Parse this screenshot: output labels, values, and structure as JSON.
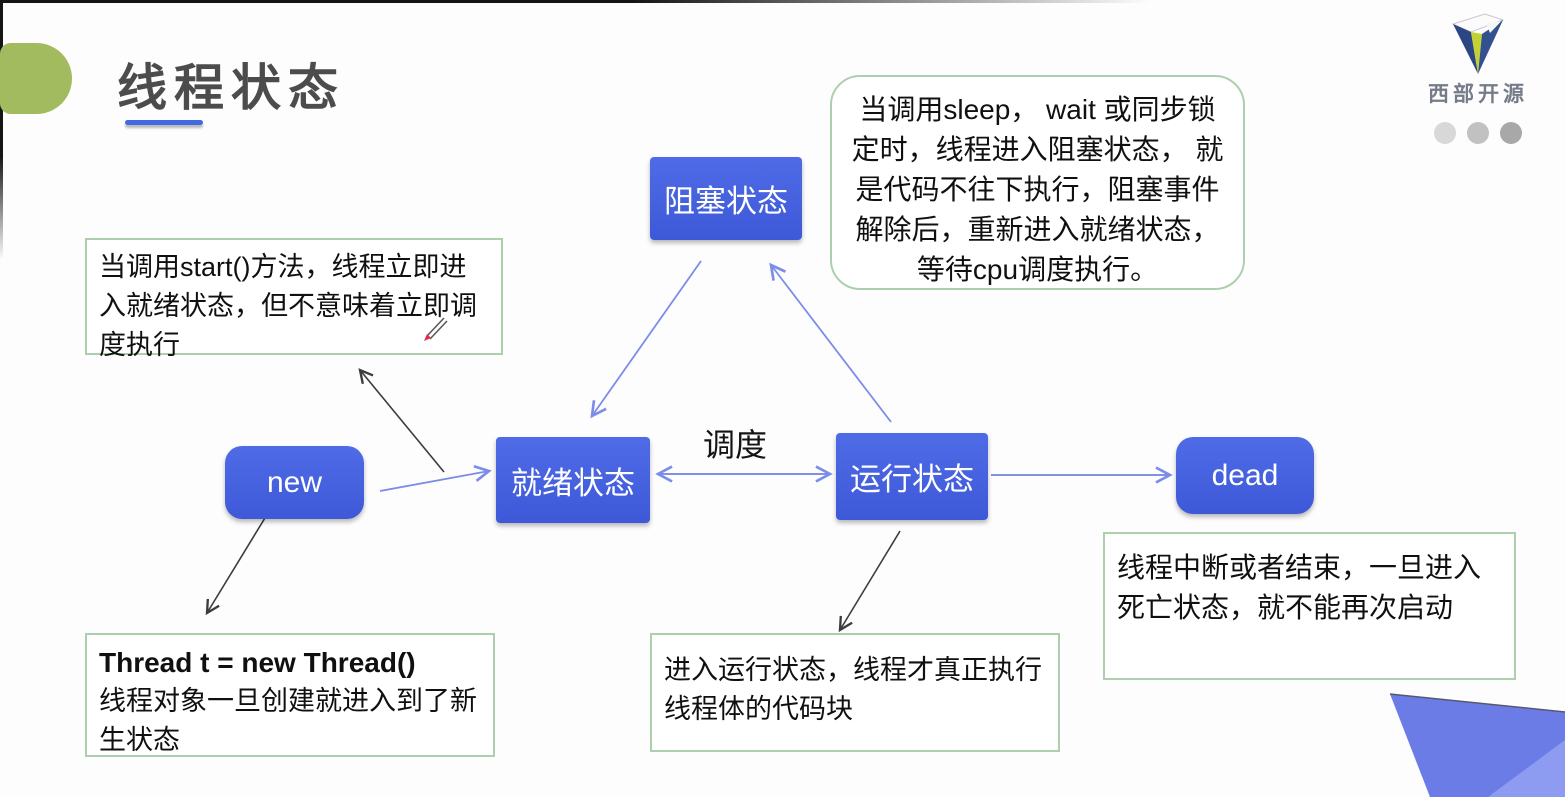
{
  "title": {
    "text": "线程状态"
  },
  "brand": {
    "name": "西部开源"
  },
  "nodes": {
    "new": {
      "label": "new"
    },
    "ready": {
      "label": "就绪状态"
    },
    "running": {
      "label": "运行状态"
    },
    "blocked": {
      "label": "阻塞状态"
    },
    "dead": {
      "label": "dead"
    }
  },
  "edge_labels": {
    "schedule": "调度"
  },
  "notes": {
    "start": "当调用start()方法，线程立即进入就绪状态，但不意味着立即调度执行",
    "sleep": "当调用sleep， wait 或同步锁定时，线程进入阻塞状态， 就是代码不往下执行，阻塞事件解除后，重新进入就绪状态， 等待cpu调度执行。",
    "thread_code": "Thread t = new Thread()",
    "thread_text": "线程对象一旦创建就进入到了新生状态",
    "running": "进入运行状态，线程才真正执行线程体的代码块",
    "dead": "线程中断或者结束，一旦进入死亡状态，就不能再次启动"
  },
  "colors": {
    "node_fill": "#4565e0",
    "arrow_blue": "#7b8ce9",
    "arrow_black": "#3c3c3c",
    "note_border": "#aecfae",
    "title_accent": "#a2bb5f",
    "underline": "#4169e1",
    "corner_triangle": "#6b7ce6"
  }
}
